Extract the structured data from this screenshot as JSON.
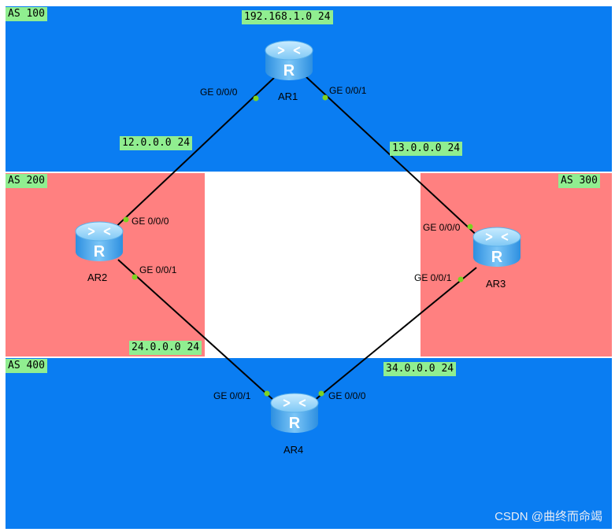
{
  "as_areas": [
    {
      "label": "AS 100",
      "color": "#0a7df2"
    },
    {
      "label": "AS 200",
      "color": "#ff8080"
    },
    {
      "label": "AS 300",
      "color": "#ff8080"
    },
    {
      "label": "AS 400",
      "color": "#0a7df2"
    }
  ],
  "networks": {
    "loopback": "192.168.1.0 24",
    "ar1_ar2": "12.0.0.0 24",
    "ar1_ar3": "13.0.0.0 24",
    "ar2_ar4": "24.0.0.0 24",
    "ar3_ar4": "34.0.0.0 24"
  },
  "routers": [
    {
      "name": "AR1",
      "icon": "router-icon"
    },
    {
      "name": "AR2",
      "icon": "router-icon"
    },
    {
      "name": "AR3",
      "icon": "router-icon"
    },
    {
      "name": "AR4",
      "icon": "router-icon"
    }
  ],
  "ports": {
    "ar1_left": "GE 0/0/0",
    "ar1_right": "GE 0/0/1",
    "ar2_top": "GE 0/0/0",
    "ar2_bottom": "GE 0/0/1",
    "ar3_top": "GE 0/0/0",
    "ar3_bottom": "GE 0/0/1",
    "ar4_left": "GE 0/0/1",
    "ar4_right": "GE 0/0/0"
  },
  "colors": {
    "link": "#000000",
    "port_dot": "#7ed321",
    "label_bg": "#90ee90"
  },
  "watermark": "CSDN @曲终而命竭"
}
